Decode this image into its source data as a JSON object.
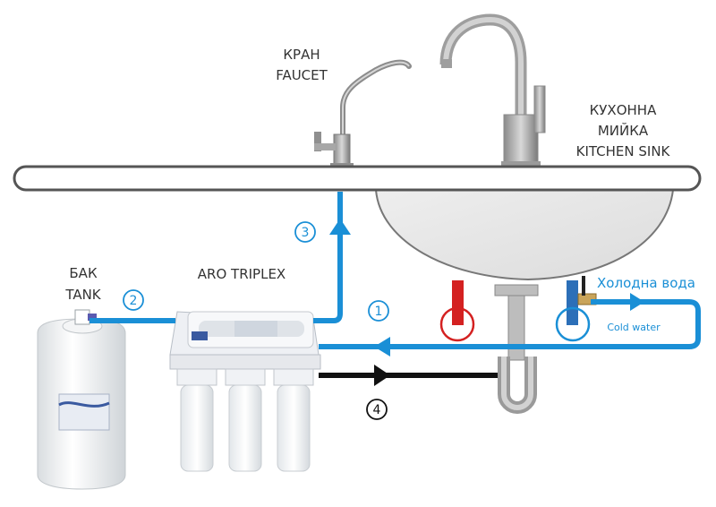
{
  "labels": {
    "faucet_ua": "КРАН",
    "faucet_en": "FAUCET",
    "sink_ua_1": "КУХОННА",
    "sink_ua_2": "МИЙКА",
    "sink_en": "KITCHEN SINK",
    "tank_ua": "БАК",
    "tank_en": "TANK",
    "filter_name": "ARO TRIPLEX",
    "cold_water_ua": "Холодна вода",
    "cold_water_en": "Cold water"
  },
  "steps": [
    "1",
    "2",
    "3",
    "4"
  ],
  "colors": {
    "water_line": "#1a8fd6",
    "drain_line": "#111111",
    "hot_valve": "#d42121",
    "countertop_stroke": "#555555"
  }
}
